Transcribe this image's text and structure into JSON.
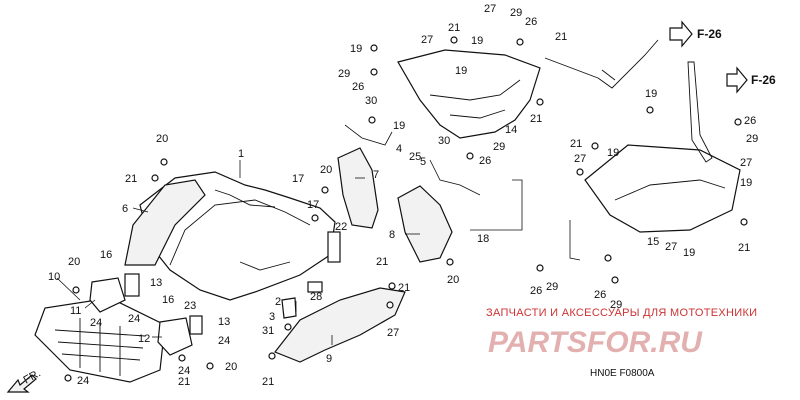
{
  "diagram": {
    "callouts": [
      {
        "id": "c1",
        "text": "1"
      },
      {
        "id": "c2",
        "text": "2"
      },
      {
        "id": "c3",
        "text": "3"
      },
      {
        "id": "c4",
        "text": "4"
      },
      {
        "id": "c5",
        "text": "5"
      },
      {
        "id": "c6",
        "text": "6"
      },
      {
        "id": "c7",
        "text": "7"
      },
      {
        "id": "c8",
        "text": "8"
      },
      {
        "id": "c9",
        "text": "9"
      },
      {
        "id": "c10",
        "text": "10"
      },
      {
        "id": "c11",
        "text": "11"
      },
      {
        "id": "c12",
        "text": "12"
      },
      {
        "id": "c13a",
        "text": "13"
      },
      {
        "id": "c13b",
        "text": "13"
      },
      {
        "id": "c14",
        "text": "14"
      },
      {
        "id": "c15",
        "text": "15"
      },
      {
        "id": "c16a",
        "text": "16"
      },
      {
        "id": "c16b",
        "text": "16"
      },
      {
        "id": "c17a",
        "text": "17"
      },
      {
        "id": "c17b",
        "text": "17"
      },
      {
        "id": "c18",
        "text": "18"
      },
      {
        "id": "c19a",
        "text": "19"
      },
      {
        "id": "c19b",
        "text": "19"
      },
      {
        "id": "c19c",
        "text": "19"
      },
      {
        "id": "c19d",
        "text": "19"
      },
      {
        "id": "c19e",
        "text": "19"
      },
      {
        "id": "c19f",
        "text": "19"
      },
      {
        "id": "c19g",
        "text": "19"
      },
      {
        "id": "c19h",
        "text": "19"
      },
      {
        "id": "c20a",
        "text": "20"
      },
      {
        "id": "c20b",
        "text": "20"
      },
      {
        "id": "c20c",
        "text": "20"
      },
      {
        "id": "c20d",
        "text": "20"
      },
      {
        "id": "c20e",
        "text": "20"
      },
      {
        "id": "c21a",
        "text": "21"
      },
      {
        "id": "c21b",
        "text": "21"
      },
      {
        "id": "c21c",
        "text": "21"
      },
      {
        "id": "c21d",
        "text": "21"
      },
      {
        "id": "c21e",
        "text": "21"
      },
      {
        "id": "c21f",
        "text": "21"
      },
      {
        "id": "c21g",
        "text": "21"
      },
      {
        "id": "c21h",
        "text": "21"
      },
      {
        "id": "c21i",
        "text": "21"
      },
      {
        "id": "c21j",
        "text": "21"
      },
      {
        "id": "c22",
        "text": "22"
      },
      {
        "id": "c23",
        "text": "23"
      },
      {
        "id": "c24a",
        "text": "24"
      },
      {
        "id": "c24b",
        "text": "24"
      },
      {
        "id": "c24c",
        "text": "24"
      },
      {
        "id": "c24d",
        "text": "24"
      },
      {
        "id": "c24e",
        "text": "24"
      },
      {
        "id": "c25",
        "text": "25"
      },
      {
        "id": "c26a",
        "text": "26"
      },
      {
        "id": "c26b",
        "text": "26"
      },
      {
        "id": "c26c",
        "text": "26"
      },
      {
        "id": "c26d",
        "text": "26"
      },
      {
        "id": "c26e",
        "text": "26"
      },
      {
        "id": "c26f",
        "text": "26"
      },
      {
        "id": "c27a",
        "text": "27"
      },
      {
        "id": "c27b",
        "text": "27"
      },
      {
        "id": "c27c",
        "text": "27"
      },
      {
        "id": "c27d",
        "text": "27"
      },
      {
        "id": "c27e",
        "text": "27"
      },
      {
        "id": "c27f",
        "text": "27"
      },
      {
        "id": "c28",
        "text": "28"
      },
      {
        "id": "c29a",
        "text": "29"
      },
      {
        "id": "c29b",
        "text": "29"
      },
      {
        "id": "c29c",
        "text": "29"
      },
      {
        "id": "c29d",
        "text": "29"
      },
      {
        "id": "c29e",
        "text": "29"
      },
      {
        "id": "c29f",
        "text": "29"
      },
      {
        "id": "c30a",
        "text": "30"
      },
      {
        "id": "c30b",
        "text": "30"
      },
      {
        "id": "c31",
        "text": "31"
      }
    ],
    "refs": {
      "f26_top": "F-26",
      "f26_right": "F-26"
    },
    "direction_label": "FR.",
    "drawing_code": "HN0E F0800A"
  },
  "watermark": {
    "tagline": "ЗАПЧАСТИ И АКСЕССУАРЫ ДЛЯ МОТОТЕХНИКИ",
    "logo": "PARTSFOR.RU"
  },
  "colors": {
    "ink": "#111111",
    "watermark_text": "#cc3333",
    "watermark_logo": "#e3b0b0",
    "background": "#ffffff"
  }
}
